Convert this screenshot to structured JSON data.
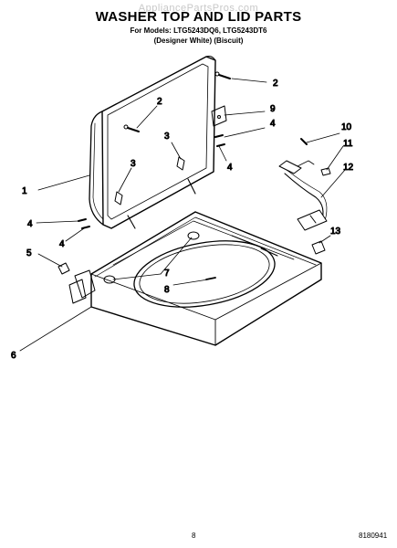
{
  "watermark": "AppliancePartsPros.com",
  "header": {
    "title": "WASHER TOP AND LID PARTS",
    "models_line": "For Models: LTG5243DQ6, LTG5243DT6",
    "colors_line": "(Designer White)  (Biscuit)"
  },
  "callouts": [
    "1",
    "2",
    "2",
    "3",
    "3",
    "4",
    "4",
    "4",
    "4",
    "5",
    "6",
    "7",
    "8",
    "9",
    "10",
    "11",
    "12",
    "13"
  ],
  "footer": {
    "page_number": "8",
    "document_number": "8180941"
  }
}
